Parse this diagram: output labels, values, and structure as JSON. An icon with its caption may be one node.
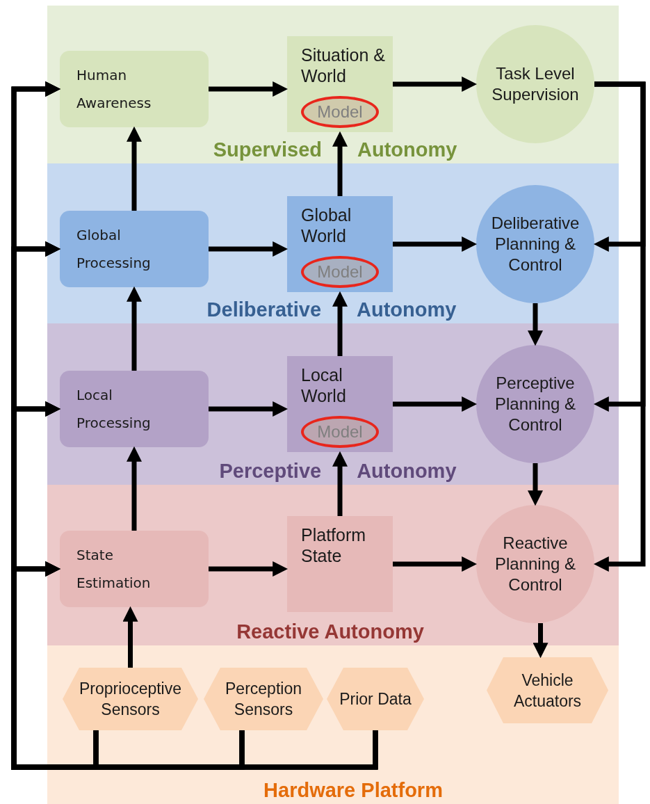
{
  "diagram": {
    "nodes": [
      {
        "text": [
          "Supervised Autonomy"
        ]
      },
      {
        "text": [
          "Human Awareness"
        ],
        "in": 0
      },
      {
        "text": [
          "Situation & World"
        ],
        "in": 0
      },
      {
        "text": [
          "Model"
        ],
        "in": 2
      },
      {
        "text": [
          "Task Level Supervision"
        ],
        "in": 0
      },
      {
        "text": [
          "Deliberative Autonomy"
        ]
      },
      {
        "text": [
          "Global Processing"
        ],
        "in": 5
      },
      {
        "text": [
          "Global World"
        ],
        "in": 5
      },
      {
        "text": [
          "Model"
        ],
        "in": 7
      },
      {
        "text": [
          "Deliberative Planning & Control"
        ],
        "in": 5
      },
      {
        "text": [
          "Perceptive Autonomy"
        ]
      },
      {
        "text": [
          "Local Processing"
        ],
        "in": 10
      },
      {
        "text": [
          "Local World"
        ],
        "in": 10
      },
      {
        "text": [
          "Model"
        ],
        "in": 12
      },
      {
        "text": [
          "Perceptive Planning & Control"
        ],
        "in": 10
      },
      {
        "text": [
          "Reactive Autonomy"
        ]
      },
      {
        "text": [
          "State Estimation"
        ],
        "in": 15
      },
      {
        "text": [
          "Platform State"
        ],
        "in": 15
      },
      {
        "text": [
          "Reactive Planning & Control"
        ],
        "in": 15
      },
      {
        "text": [
          "Hardware Platform"
        ]
      },
      {
        "text": [
          "Proprioceptive Sensors"
        ],
        "in": 19
      },
      {
        "text": [
          "Perception Sensors"
        ],
        "in": 19
      },
      {
        "text": [
          "Prior Data"
        ],
        "in": 19
      },
      {
        "text": [
          "Vehicle Actuators"
        ],
        "in": 19
      }
    ],
    "edges": [
      {
        "from": 1,
        "to": 2,
        "arrow": "to"
      },
      {
        "from": 2,
        "to": 4,
        "arrow": "to"
      },
      {
        "from": 6,
        "to": 1,
        "arrow": "to"
      },
      {
        "from": 6,
        "to": 7,
        "arrow": "to"
      },
      {
        "from": 7,
        "to": 2,
        "arrow": "to"
      },
      {
        "from": 7,
        "to": 9,
        "arrow": "to"
      },
      {
        "from": 11,
        "to": 6,
        "arrow": "to"
      },
      {
        "from": 11,
        "to": 12,
        "arrow": "to"
      },
      {
        "from": 12,
        "to": 7,
        "arrow": "to"
      },
      {
        "from": 12,
        "to": 14,
        "arrow": "to"
      },
      {
        "from": 16,
        "to": 11,
        "arrow": "to"
      },
      {
        "from": 16,
        "to": 17,
        "arrow": "to"
      },
      {
        "from": 17,
        "to": 12,
        "arrow": "to"
      },
      {
        "from": 17,
        "to": 18,
        "arrow": "to"
      },
      {
        "from": 9,
        "to": 14,
        "arrow": "to"
      },
      {
        "from": 14,
        "to": 18,
        "arrow": "to"
      },
      {
        "from": 18,
        "to": 23,
        "arrow": "to"
      },
      {
        "from": 20,
        "to": 16,
        "arrow": "to"
      },
      {
        "from": 20,
        "to": 1,
        "arrow": "to"
      },
      {
        "from": 20,
        "to": 6,
        "arrow": "to"
      },
      {
        "from": 20,
        "to": 11,
        "arrow": "to"
      },
      {
        "from": 20,
        "to": 16,
        "arrow": "to"
      },
      {
        "from": 21,
        "to": 1,
        "arrow": "to"
      },
      {
        "from": 21,
        "to": 6,
        "arrow": "to"
      },
      {
        "from": 21,
        "to": 11,
        "arrow": "to"
      },
      {
        "from": 21,
        "to": 16,
        "arrow": "to"
      },
      {
        "from": 22,
        "to": 1,
        "arrow": "to"
      },
      {
        "from": 22,
        "to": 6,
        "arrow": "to"
      },
      {
        "from": 22,
        "to": 11,
        "arrow": "to"
      },
      {
        "from": 22,
        "to": 16,
        "arrow": "to"
      },
      {
        "from": 4,
        "to": 9,
        "arrow": "to"
      },
      {
        "from": 4,
        "to": 14,
        "arrow": "to"
      },
      {
        "from": 4,
        "to": 18,
        "arrow": "to"
      }
    ]
  }
}
